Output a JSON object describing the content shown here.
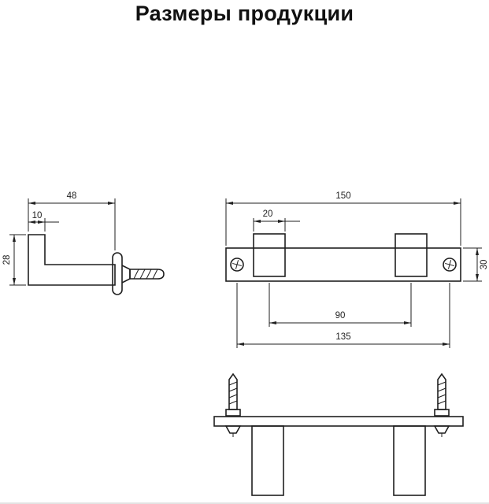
{
  "title": "Размеры продукции",
  "colors": {
    "background": "#ffffff",
    "line": "#1f1f1f"
  },
  "views": {
    "side": {
      "dims": {
        "overall_depth": "48",
        "hook_tip": "10",
        "height": "28"
      }
    },
    "front": {
      "dims": {
        "overall_width": "150",
        "hook_width": "20",
        "plate_height": "30",
        "hook_center_distance": "90",
        "hole_center_distance": "135"
      }
    }
  }
}
